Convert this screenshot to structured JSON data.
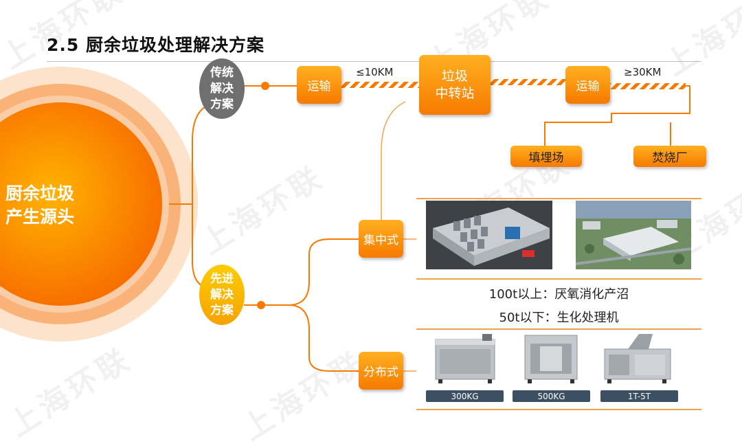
{
  "title": "2.5 厨余垃圾处理解决方案",
  "watermark": "上海环联",
  "source_node": {
    "line1": "厨余垃圾",
    "line2": "产生源头"
  },
  "traditional": {
    "node": {
      "line1": "传统",
      "line2": "解决",
      "line3": "方案"
    },
    "transport1": "运输",
    "distance1": "≤10KM",
    "station": {
      "line1": "垃圾",
      "line2": "中转站"
    },
    "transport2": "运输",
    "distance2": "≥30KM",
    "destinations": [
      "填埋场",
      "焚烧厂"
    ]
  },
  "advanced": {
    "node": {
      "line1": "先进",
      "line2": "解决",
      "line3": "方案"
    },
    "centralized": "集中式",
    "distributed": "分布式",
    "rule_large": "100t以上：厌氧消化产沼",
    "rule_small": "50t以下：生化处理机",
    "machines": [
      {
        "icon": "small-processor-icon",
        "label": "300KG"
      },
      {
        "icon": "medium-processor-icon",
        "label": "500KG"
      },
      {
        "icon": "large-processor-icon",
        "label": "1T-5T"
      }
    ]
  },
  "colors": {
    "accent": "#f77a00",
    "accent_light": "#ffb020",
    "grey_node": "#6f6f6f",
    "yellow_node": "#f5a300",
    "label_bg": "#3d4f63"
  }
}
